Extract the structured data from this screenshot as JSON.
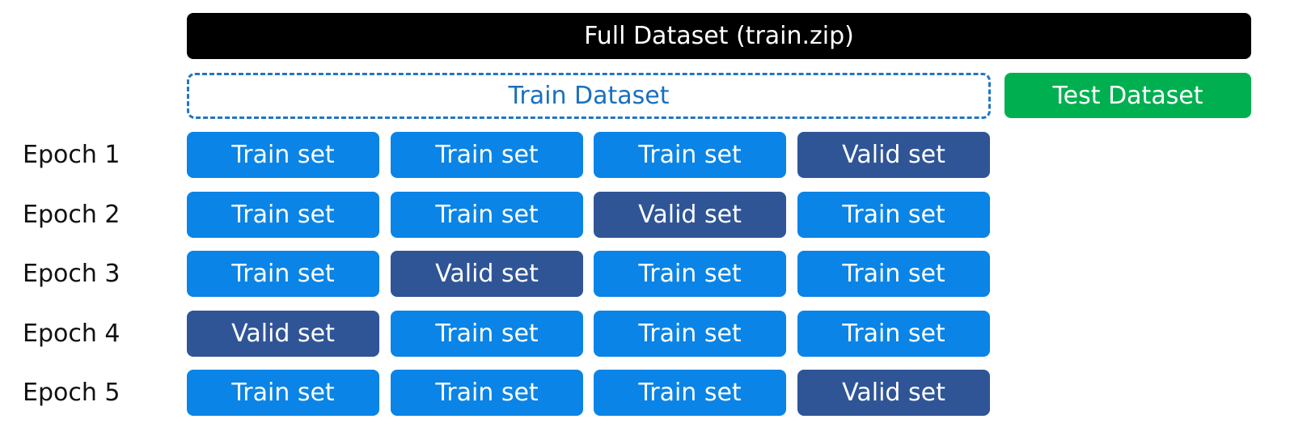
{
  "full_dataset_label": "Full Dataset (train.zip)",
  "train_dataset_label": "Train Dataset",
  "test_dataset_label": "Test Dataset",
  "colors": {
    "full": "#000000",
    "train_dataset_border": "#1f76c5",
    "test": "#00b050",
    "train_set": "#0a84e6",
    "valid_set": "#2f5597"
  },
  "epochs": [
    {
      "label": "Epoch 1",
      "folds": [
        "Train set",
        "Train set",
        "Train set",
        "Valid set"
      ]
    },
    {
      "label": "Epoch 2",
      "folds": [
        "Train set",
        "Train set",
        "Valid set",
        "Train set"
      ]
    },
    {
      "label": "Epoch 3",
      "folds": [
        "Train set",
        "Valid set",
        "Train set",
        "Train set"
      ]
    },
    {
      "label": "Epoch 4",
      "folds": [
        "Valid set",
        "Train set",
        "Train set",
        "Train set"
      ]
    },
    {
      "label": "Epoch 5",
      "folds": [
        "Train set",
        "Train set",
        "Train set",
        "Valid set"
      ]
    }
  ]
}
